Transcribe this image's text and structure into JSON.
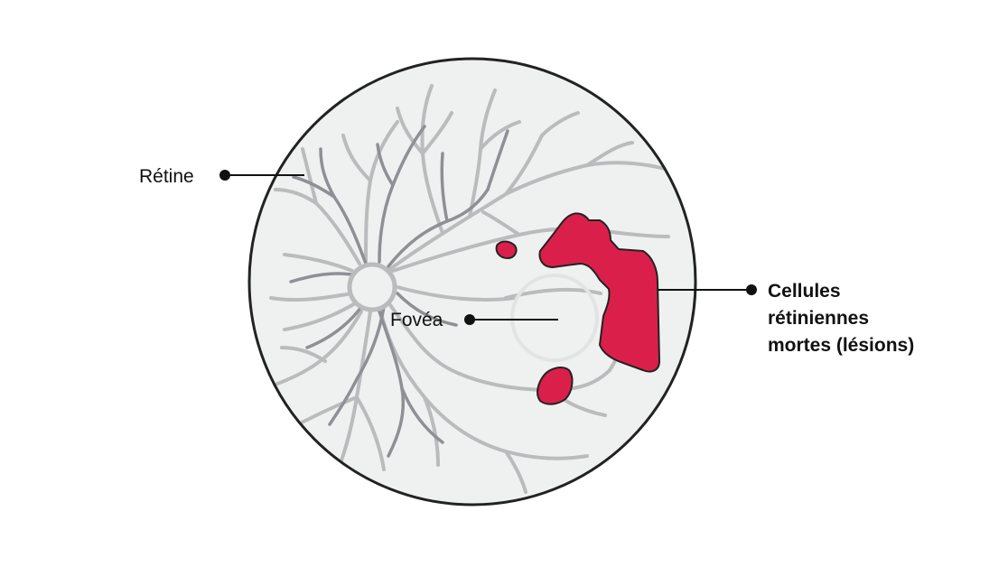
{
  "labels": {
    "retina": "Rétine",
    "fovea": "Fovéa",
    "lesions": [
      "Cellules",
      "rétiniennes",
      "mortes (lésions)"
    ]
  },
  "colors": {
    "retina_fill": "#eff0f0",
    "outline": "#222222",
    "vessel_light": "#b9bbbd",
    "vessel_dark": "#8d9094",
    "fovea_ring": "#e2e3e3",
    "lesion": "#db1f4b",
    "leader": "#111111"
  },
  "icons": {
    "optic_disc": "optic-disc-icon",
    "lesion": "lesion-shape"
  }
}
